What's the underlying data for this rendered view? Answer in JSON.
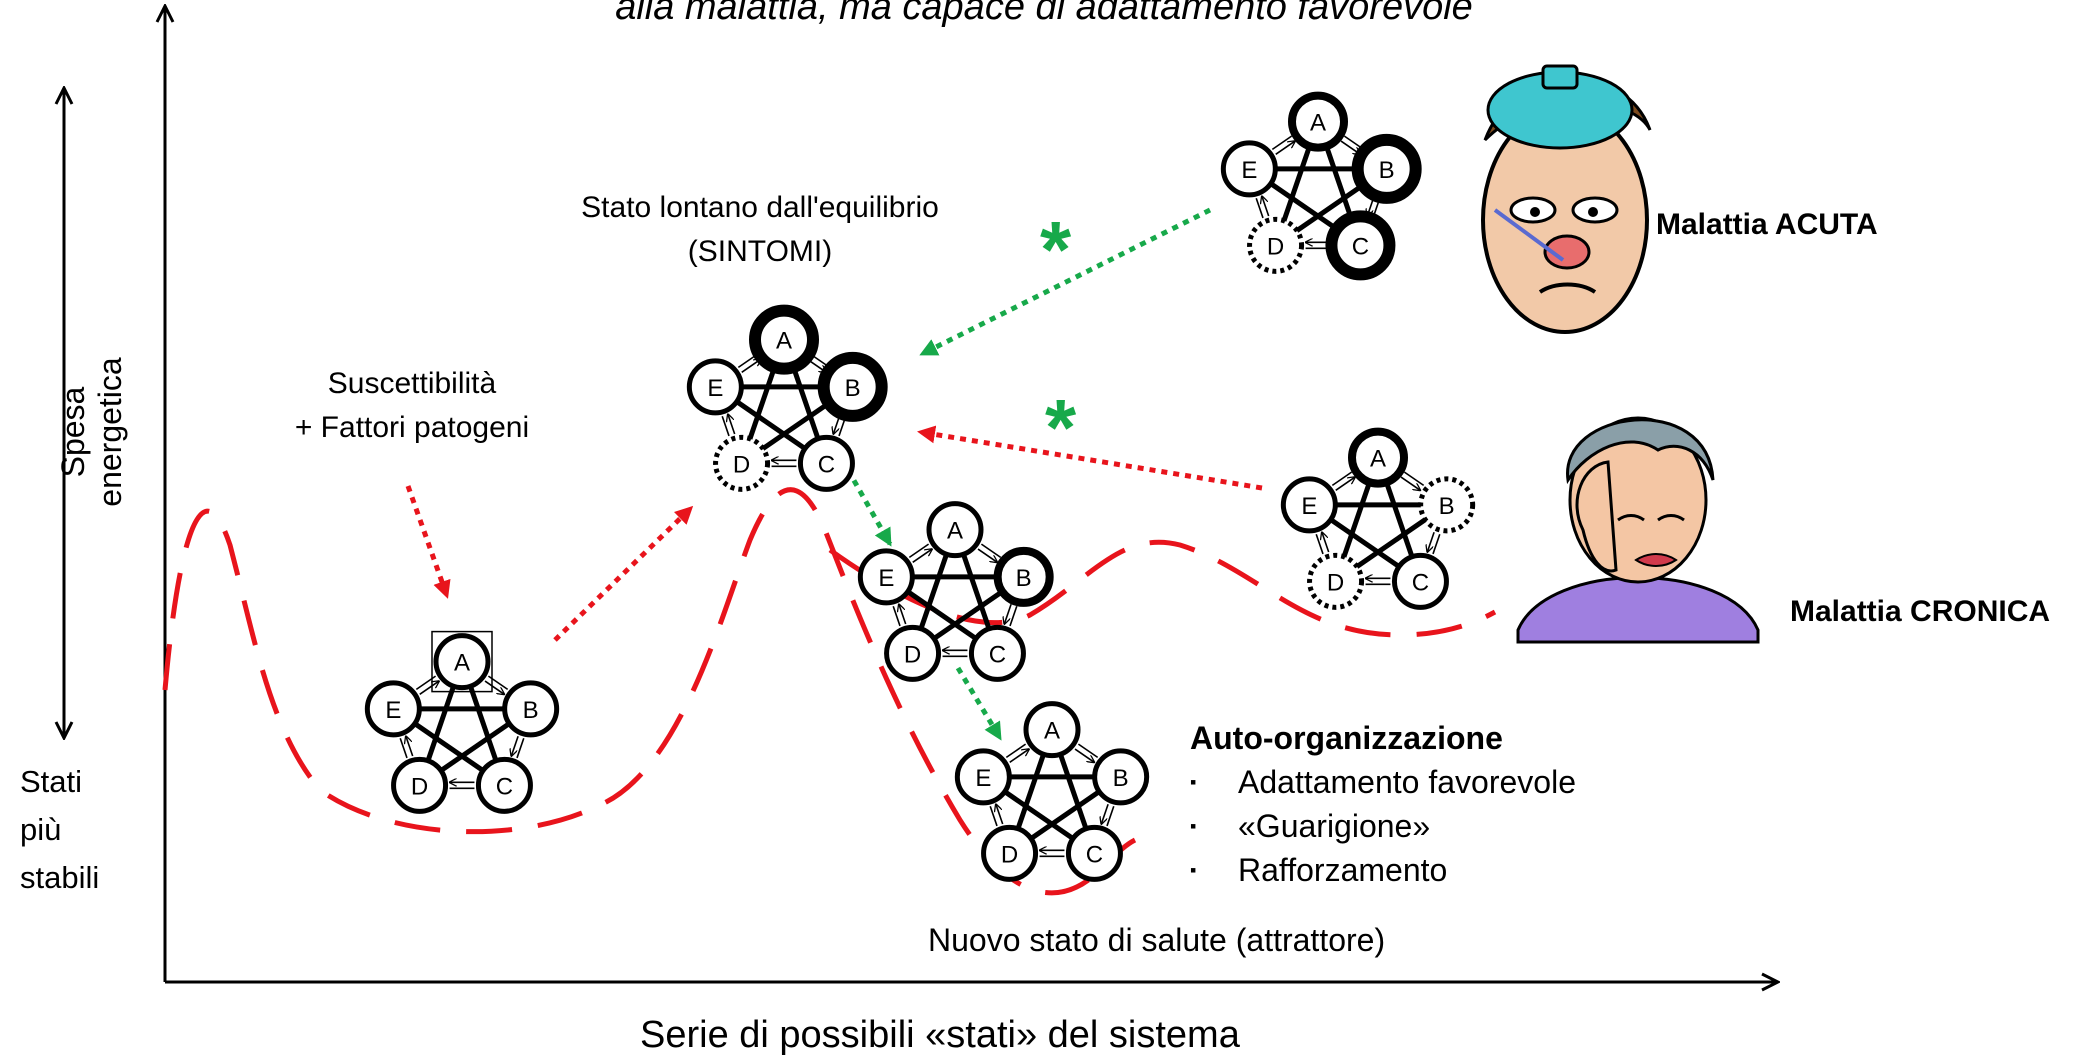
{
  "title": "alla malattia, ma capace di adattamento favorevole",
  "y_axis_label": "Spesa energetica",
  "stable_states_label": [
    "Stati",
    "più",
    "stabili"
  ],
  "x_axis_label": "Serie di possibili «stati» del sistema",
  "susceptibility_label": [
    "Suscettibilità",
    "+ Fattori patogeni"
  ],
  "far_from_equilibrium_label": [
    "Stato lontano dall'equilibrio",
    "(SINTOMI)"
  ],
  "acute_label": "Malattia ACUTA",
  "chronic_label": "Malattia CRONICA",
  "self_org": {
    "heading": "Auto-organizzazione",
    "bullet_glyph": "▪",
    "items": [
      "Adattamento favorevole",
      "«Guarigione»",
      "Rafforzamento"
    ]
  },
  "new_state_label": "Nuovo stato di salute (attrattore)",
  "asterisk": "*",
  "node_letters": [
    "A",
    "B",
    "C",
    "D",
    "E"
  ],
  "colors": {
    "landscape": "#e8141c",
    "pathogen_arrow": "#e8141c",
    "healing_arrow": "#17a94a",
    "asterisk": "#17a94a",
    "node_stroke": "#000000",
    "node_fill": "#ffffff"
  },
  "networks": [
    {
      "id": "baseline",
      "states": {
        "A": "normal",
        "B": "normal",
        "C": "normal",
        "D": "normal",
        "E": "normal"
      },
      "boxed": "A"
    },
    {
      "id": "symptoms",
      "states": {
        "A": "filled",
        "B": "filled",
        "C": "normal",
        "D": "dotted",
        "E": "normal"
      }
    },
    {
      "id": "acute",
      "states": {
        "A": "thick",
        "B": "filled",
        "C": "filled",
        "D": "dotted",
        "E": "normal"
      }
    },
    {
      "id": "chronic",
      "states": {
        "A": "thick",
        "B": "dotted",
        "C": "normal",
        "D": "dotted",
        "E": "normal"
      }
    },
    {
      "id": "transition",
      "states": {
        "A": "normal",
        "B": "thick",
        "C": "normal",
        "D": "normal",
        "E": "normal"
      }
    },
    {
      "id": "new_health",
      "states": {
        "A": "normal",
        "B": "normal",
        "C": "normal",
        "D": "normal",
        "E": "normal"
      }
    }
  ],
  "faces": [
    {
      "id": "acute-face",
      "depicts": "sick man with ice bag and thermometer"
    },
    {
      "id": "chronic-face",
      "depicts": "woman with headache holding her head"
    }
  ]
}
